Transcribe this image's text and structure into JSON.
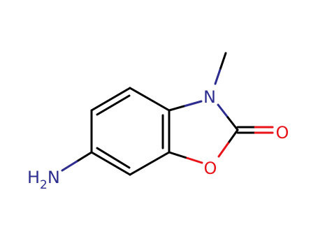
{
  "molecule": {
    "atoms": {
      "amine_n": "N",
      "amine_h": "H",
      "amine_h_count": "2",
      "ring_n": "N",
      "ring_o": "O",
      "carbonyl_o": "O"
    },
    "colors": {
      "bond": "#000000",
      "nitrogen": "#2d2d8f",
      "oxygen": "#e8141a",
      "background": "#ffffff"
    }
  }
}
